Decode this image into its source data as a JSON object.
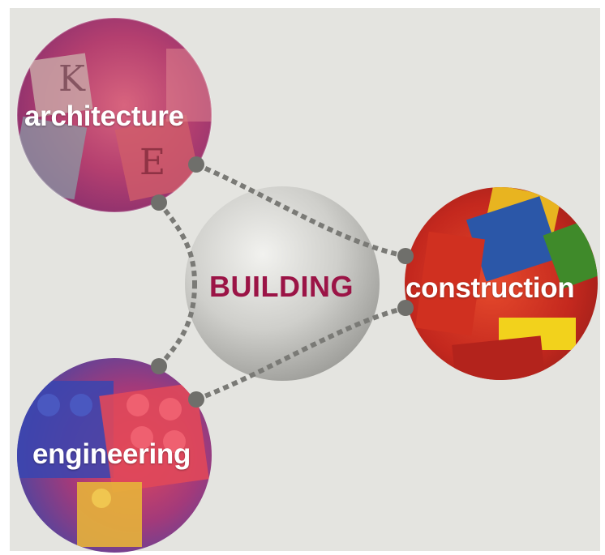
{
  "center": {
    "label": "BUILDING",
    "color": "#9b1446"
  },
  "nodes": [
    {
      "id": "architecture",
      "label": "architecture",
      "icon": "alphabet-blocks-photo"
    },
    {
      "id": "construction",
      "label": "construction",
      "icon": "wooden-blocks-photo"
    },
    {
      "id": "engineering",
      "label": "engineering",
      "icon": "lego-bricks-photo"
    }
  ],
  "colors": {
    "background": "#e4e4e0",
    "connector": "#7a7a76",
    "center_fill": "#c9c9c5"
  }
}
